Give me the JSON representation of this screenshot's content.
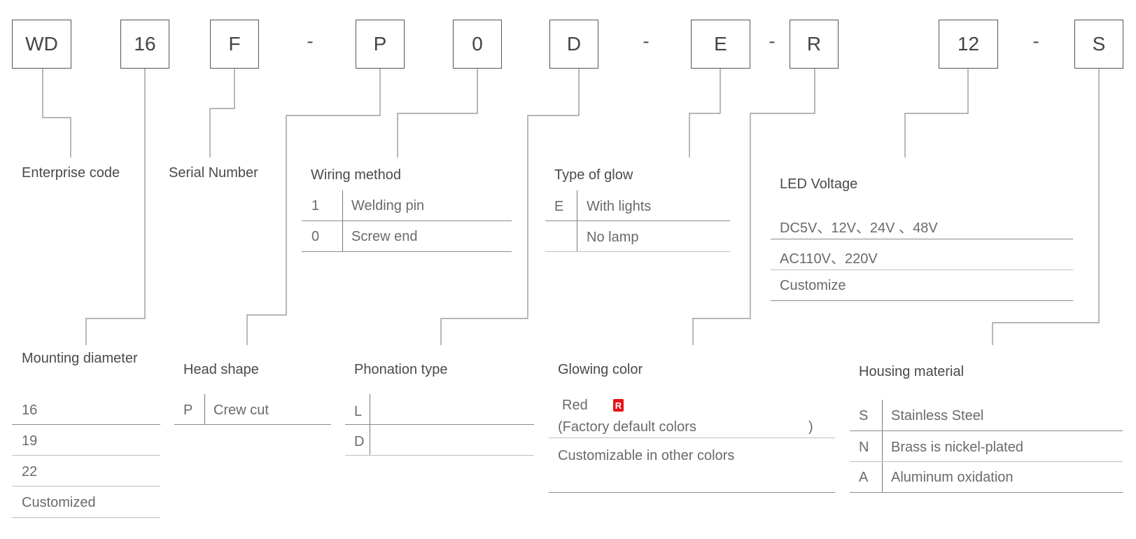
{
  "codes": {
    "c1": "WD",
    "c2": "16",
    "c3": "F",
    "d1": "-",
    "c4": "P",
    "c5": "0",
    "c6": "D",
    "d2": "-",
    "c7": "E",
    "d3": "-",
    "c8": "R",
    "c9": "12",
    "d4": "-",
    "c10": "S"
  },
  "enterprise": {
    "title": "Enterprise code"
  },
  "serial": {
    "title": "Serial Number"
  },
  "wiring": {
    "title": "Wiring method",
    "rows": [
      {
        "code": "1",
        "label": "Welding pin"
      },
      {
        "code": "0",
        "label": "Screw end"
      }
    ]
  },
  "glow_type": {
    "title": "Type of glow",
    "rows": [
      {
        "code": "E",
        "label": "With lights"
      },
      {
        "code": "",
        "label": "No lamp"
      }
    ]
  },
  "voltage": {
    "title": "LED Voltage",
    "rows": [
      "DC5V、12V、24V 、48V",
      "AC110V、220V",
      "Customize"
    ]
  },
  "mounting": {
    "title": "Mounting diameter",
    "rows": [
      "16",
      "19",
      "22",
      "Customized"
    ]
  },
  "head": {
    "title": "Head shape",
    "rows": [
      {
        "code": "P",
        "label": "Crew cut"
      }
    ]
  },
  "phonation": {
    "title": "Phonation type",
    "rows": [
      {
        "code": "L",
        "label": ""
      },
      {
        "code": "D",
        "label": ""
      }
    ]
  },
  "glow_color": {
    "title": "Glowing color",
    "red": "Red",
    "badge": "R",
    "default_note_open": "(Factory default colors",
    "default_note_close": ")",
    "custom": "Customizable in other colors"
  },
  "housing": {
    "title": "Housing material",
    "rows": [
      {
        "code": "S",
        "label": "Stainless Steel"
      },
      {
        "code": "N",
        "label": "Brass is nickel-plated"
      },
      {
        "code": "A",
        "label": "Aluminum oxidation"
      }
    ]
  },
  "colors": {
    "line": "#8a8a8a",
    "text": "#5a5a5a",
    "badge": "#e2141b"
  }
}
